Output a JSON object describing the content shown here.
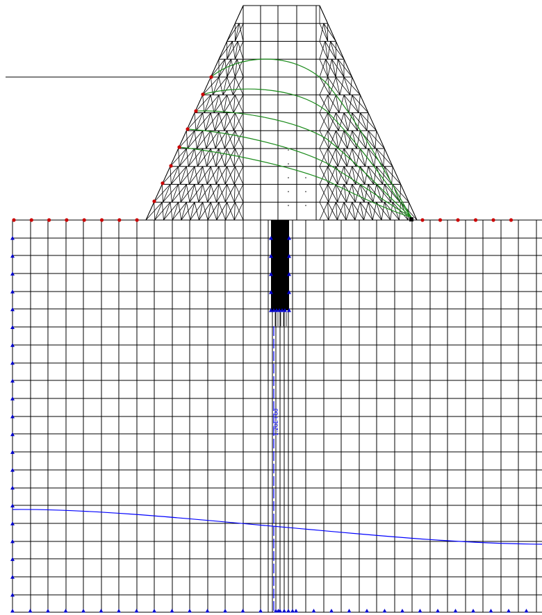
{
  "colors": {
    "mesh": "#000000",
    "flow_lines": "#1a8a1a",
    "phreatic_seeds": "#cc0000",
    "boundary_markers": "#0000cc",
    "contour": "#0000ff",
    "cutoff_wall": "#000000"
  },
  "annotations": {
    "contour_label": "1.20E+00"
  },
  "icons": {
    "dam_mesh": "finite-element-mesh",
    "foundation_mesh": "finite-element-mesh",
    "node_marker_red": "circle",
    "node_marker_blue": "triangle"
  }
}
